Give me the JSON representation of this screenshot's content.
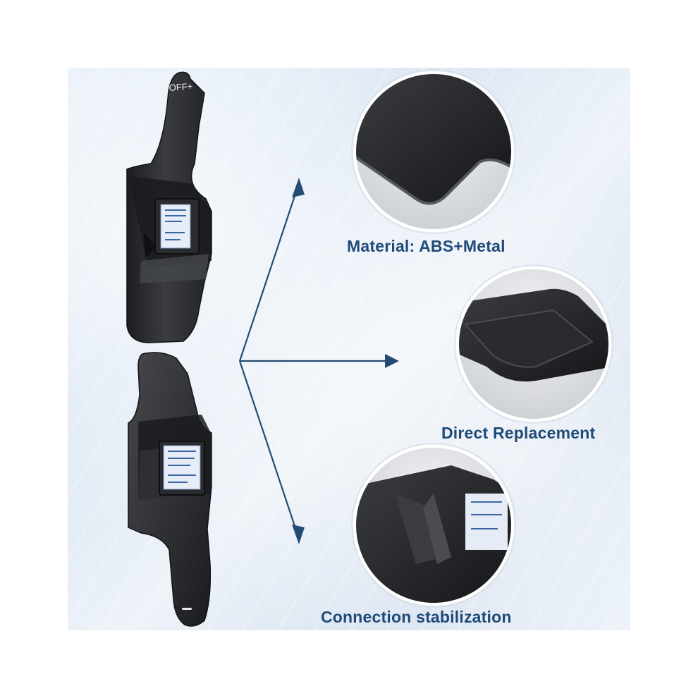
{
  "product": {
    "button_label": "OFF+"
  },
  "features": [
    {
      "label": "Material: ABS+Metal"
    },
    {
      "label": "Direct Replacement"
    },
    {
      "label": "Connection stabilization"
    }
  ],
  "colors": {
    "caption": "#1f4a78",
    "arrow": "#234c74",
    "paddle": "#2a2c2f",
    "circle_ring": "#ffffff"
  }
}
